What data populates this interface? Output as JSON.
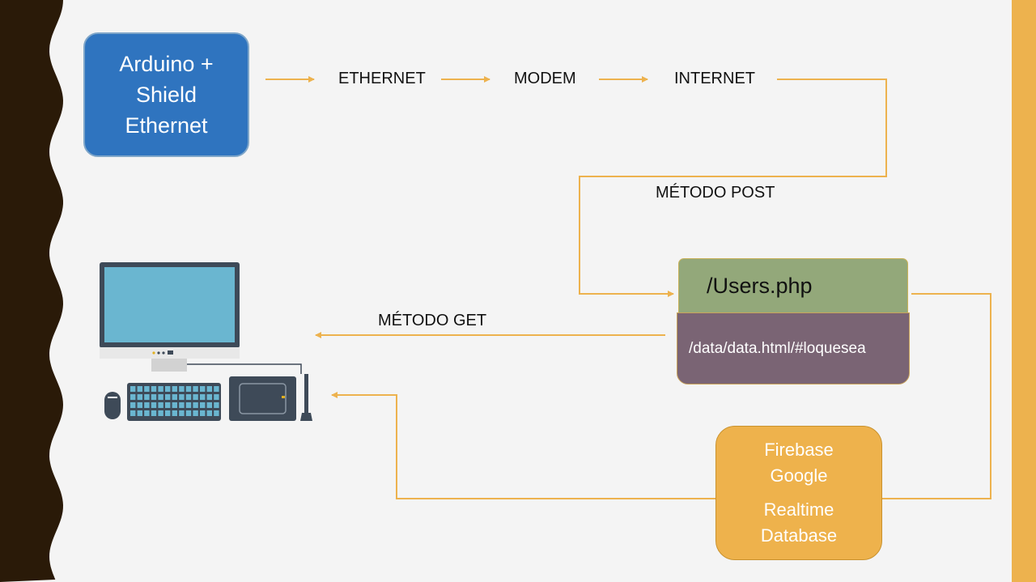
{
  "colors": {
    "background": "#f4f4f4",
    "left_border": "#2a1a08",
    "right_bar": "#edb24e",
    "connector": "#edb24e",
    "arduino_box": "#2f74bf",
    "users_box": "#93a87a",
    "data_box": "#7a6474",
    "firebase_box": "#eeb24c"
  },
  "nodes": {
    "arduino": "Arduino +\nShield\nEthernet",
    "ethernet": "ETHERNET",
    "modem": "MODEM",
    "internet": "INTERNET",
    "users_php": "/Users.php",
    "data_html": "/data/data.html/#loquesea",
    "firebase_line1": "Firebase\nGoogle",
    "firebase_line2": "Realtime\nDatabase"
  },
  "edge_labels": {
    "post": "MÉTODO POST",
    "get": "MÉTODO GET"
  },
  "icons": {
    "computer": "desktop-computer-icon"
  }
}
